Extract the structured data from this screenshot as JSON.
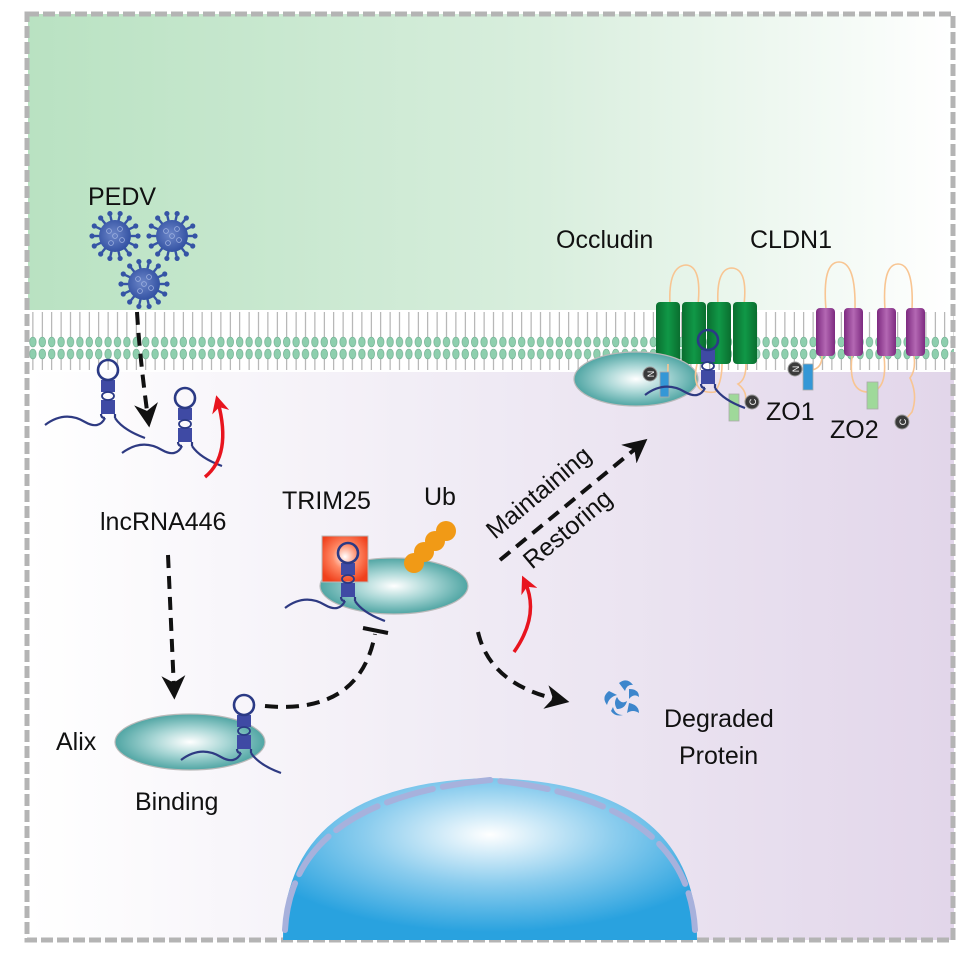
{
  "figure": {
    "title": "lncRNA446 / TRIM25 / Alix pathway maintaining tight junctions",
    "colors": {
      "extracellular_start": "#b9e2c2",
      "extracellular_end": "#ffffff",
      "cytoplasm_start": "#ffffff",
      "cytoplasm_end": "#e2d6ea",
      "border": "#b4b4b4",
      "lipid_head": "#8ecfae",
      "occludin": "#0b8a3c",
      "claudin": "#9a3d98",
      "protein_teal": "#4ea7a5",
      "trim25": "#f0502a",
      "ubiquitin": "#f19a16",
      "rna": "#3f4aa4",
      "nucleus": "#2aa3e0",
      "nuclear_envelope": "#a7b1dc",
      "red_arrow": "#e8141e",
      "zo_blue": "#3497d6",
      "zo_green": "#9fd99a",
      "terminal_circle": "#3a3a3a",
      "degraded_protein": "#3d86cc"
    }
  },
  "labels": {
    "pedv": "PEDV",
    "lncrna": "lncRNA446",
    "trim25": "TRIM25",
    "ub": "Ub",
    "alix": "Alix",
    "binding": "Binding",
    "maintaining": "Maintaining",
    "restoring": "Restoring",
    "degraded_line1": "Degraded",
    "degraded_line2": "Protein",
    "occludin": "Occludin",
    "cldn1": "CLDN1",
    "zo1": "ZO1",
    "zo2": "ZO2",
    "n_terminal": "N",
    "c_terminal": "C"
  }
}
